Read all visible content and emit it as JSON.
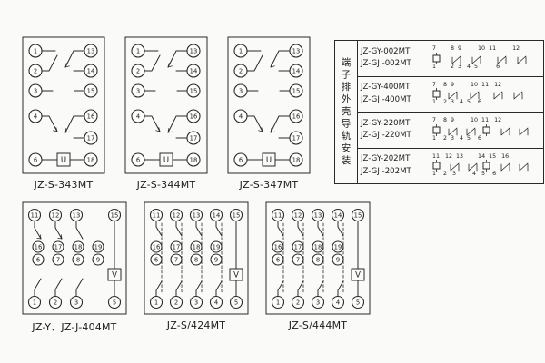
{
  "top_diagrams": [
    {
      "label": "JZ-S-343MT",
      "u": "U",
      "left": [
        "1",
        "2",
        "3",
        "4",
        "6"
      ],
      "right": [
        "13",
        "14",
        "15",
        "16",
        "17",
        "18"
      ]
    },
    {
      "label": "JZ-S-344MT",
      "u": "U",
      "left": [
        "1",
        "2",
        "3",
        "4",
        "6"
      ],
      "right": [
        "13",
        "14",
        "15",
        "16",
        "17",
        "18"
      ]
    },
    {
      "label": "JZ-S-347MT",
      "u": "U",
      "left": [
        "1",
        "2",
        "3",
        "4",
        "6"
      ],
      "right": [
        "13",
        "14",
        "15",
        "16",
        "17",
        "18"
      ]
    }
  ],
  "bottom_diagrams": [
    {
      "label": "JZ-Y、JZ-J-404MT",
      "v": "V",
      "top": [
        "11",
        "12",
        "13",
        "15"
      ],
      "mid1": [
        "16",
        "17",
        "18",
        "19"
      ],
      "mid2": [
        "6",
        "7",
        "8",
        "9"
      ],
      "bottom": [
        "1",
        "2",
        "3",
        "5"
      ]
    },
    {
      "label": "JZ-S/424MT",
      "v": "V",
      "top": [
        "11",
        "12",
        "13",
        "14",
        "15"
      ],
      "mid1": [
        "16",
        "17",
        "18",
        "19"
      ],
      "mid2": [
        "6",
        "7",
        "8",
        "9"
      ],
      "bottom": [
        "1",
        "2",
        "3",
        "4",
        "5"
      ]
    },
    {
      "label": "JZ-S/444MT",
      "v": "V",
      "top": [
        "11",
        "12",
        "13",
        "14",
        "15"
      ],
      "mid1": [
        "16",
        "17",
        "18",
        "19"
      ],
      "mid2": [
        "6",
        "7",
        "8",
        "9"
      ],
      "bottom": [
        "1",
        "2",
        "3",
        "4",
        "5"
      ]
    }
  ],
  "rail_table": {
    "side_label": "端子排外壳导轨安装",
    "rows": [
      {
        "model1": "JZ-GY-002MT",
        "model2": "JZ-GJ -002MT",
        "top_nums": " 7        8  9         10  11         12",
        "bottom_nums": " 1        2  3   4  5          6"
      },
      {
        "model1": "JZ-GY-400MT",
        "model2": "JZ-GJ -400MT",
        "top_nums": " 7    8  9         10  11   12",
        "bottom_nums": " 1    2  3   4  5    6"
      },
      {
        "model1": "JZ-GY-220MT",
        "model2": "JZ-GJ -220MT",
        "top_nums": " 7    8  9         10  11   12",
        "bottom_nums": " 1    2  3   4  5    6"
      },
      {
        "model1": "JZ-GY-202MT",
        "model2": "JZ-GJ -202MT",
        "top_nums": " 11   12  13        14  15   16",
        "bottom_nums": " 1    2   3         4   5    6"
      }
    ]
  }
}
